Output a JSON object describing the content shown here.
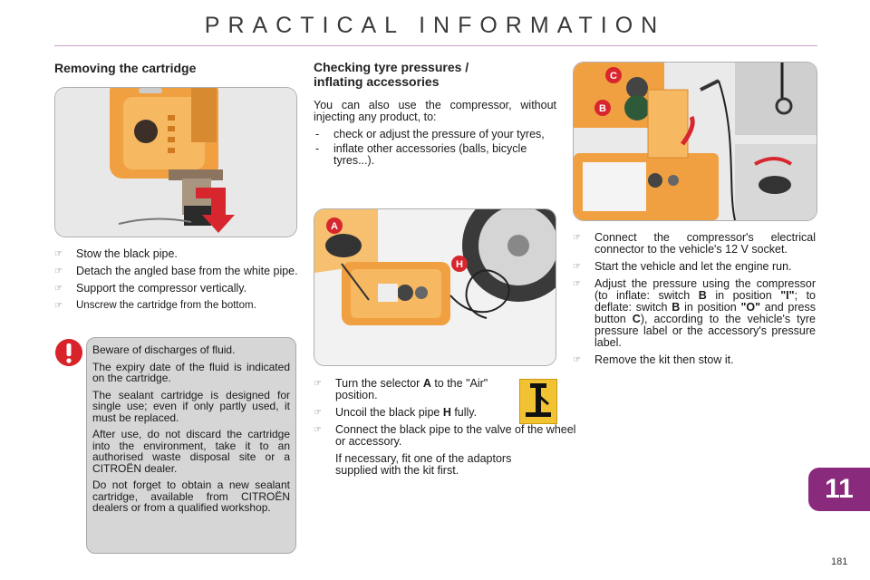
{
  "header": {
    "title": "PRACTICAL INFORMATION"
  },
  "left": {
    "heading": "Removing the cartridge",
    "bullets": [
      "Stow the black pipe.",
      "Detach the angled base from the white pipe.",
      "Support the compressor vertically.",
      "Unscrew the cartridge from the bottom."
    ]
  },
  "warning": {
    "paragraphs": [
      "Beware of discharges of fluid.",
      "The expiry date of the fluid is indicated on the cartridge.",
      "The sealant cartridge is designed for single use; even if only partly used, it must be replaced.",
      "After use, do not discard the cartridge into the environment, take it to an authorised waste disposal site or a CITROËN dealer.",
      "Do not forget to obtain a new sealant cartridge, available from CITROËN dealers or from a qualified workshop."
    ]
  },
  "middle": {
    "heading_line1": "Checking tyre pressures /",
    "heading_line2": "inflating accessories",
    "intro": "You can also use the compressor, without injecting any product, to:",
    "dash_items": [
      "check or adjust the pressure of your tyres,",
      "inflate other accessories (balls, bicycle tyres...)."
    ],
    "steps": {
      "s1_pre": "Turn the selector ",
      "s1_bold": "A",
      "s1_post": " to the \"Air\" position.",
      "s2_pre": "Uncoil the black pipe ",
      "s2_bold": "H",
      "s2_post": " fully.",
      "s3": "Connect the black pipe to the valve of the wheel or accessory.",
      "s3_note": "If necessary, fit one of the adaptors supplied with the kit first."
    },
    "labels": {
      "a": "A",
      "h": "H"
    }
  },
  "right": {
    "labels": {
      "b": "B",
      "c": "C"
    },
    "steps": {
      "r1": "Connect the compressor's electrical connector to the vehicle's 12 V socket.",
      "r2": "Start the vehicle and let the engine run.",
      "r3_a": "Adjust the pressure using the compressor (to inflate: switch ",
      "r3_b": "B",
      "r3_c": " in position ",
      "r3_d": "\"I\"",
      "r3_e": "; to deflate: switch ",
      "r3_f": "B",
      "r3_g": " in position ",
      "r3_h": "\"O\"",
      "r3_i": " and press button ",
      "r3_j": "C",
      "r3_k": "), according to the vehicle's tyre pressure label or the accessory's pressure label.",
      "r4": "Remove the kit then stow it."
    }
  },
  "footer": {
    "chapter": "11",
    "page": "181"
  },
  "colors": {
    "accent": "#8a2a7c",
    "warning_red": "#d8232a",
    "compressor_orange": "#f0a040",
    "label_red": "#d8262e"
  },
  "icons": {
    "bullet": "pointing-hand-icon",
    "warning": "exclamation-icon",
    "pump": "foot-pump-icon"
  }
}
